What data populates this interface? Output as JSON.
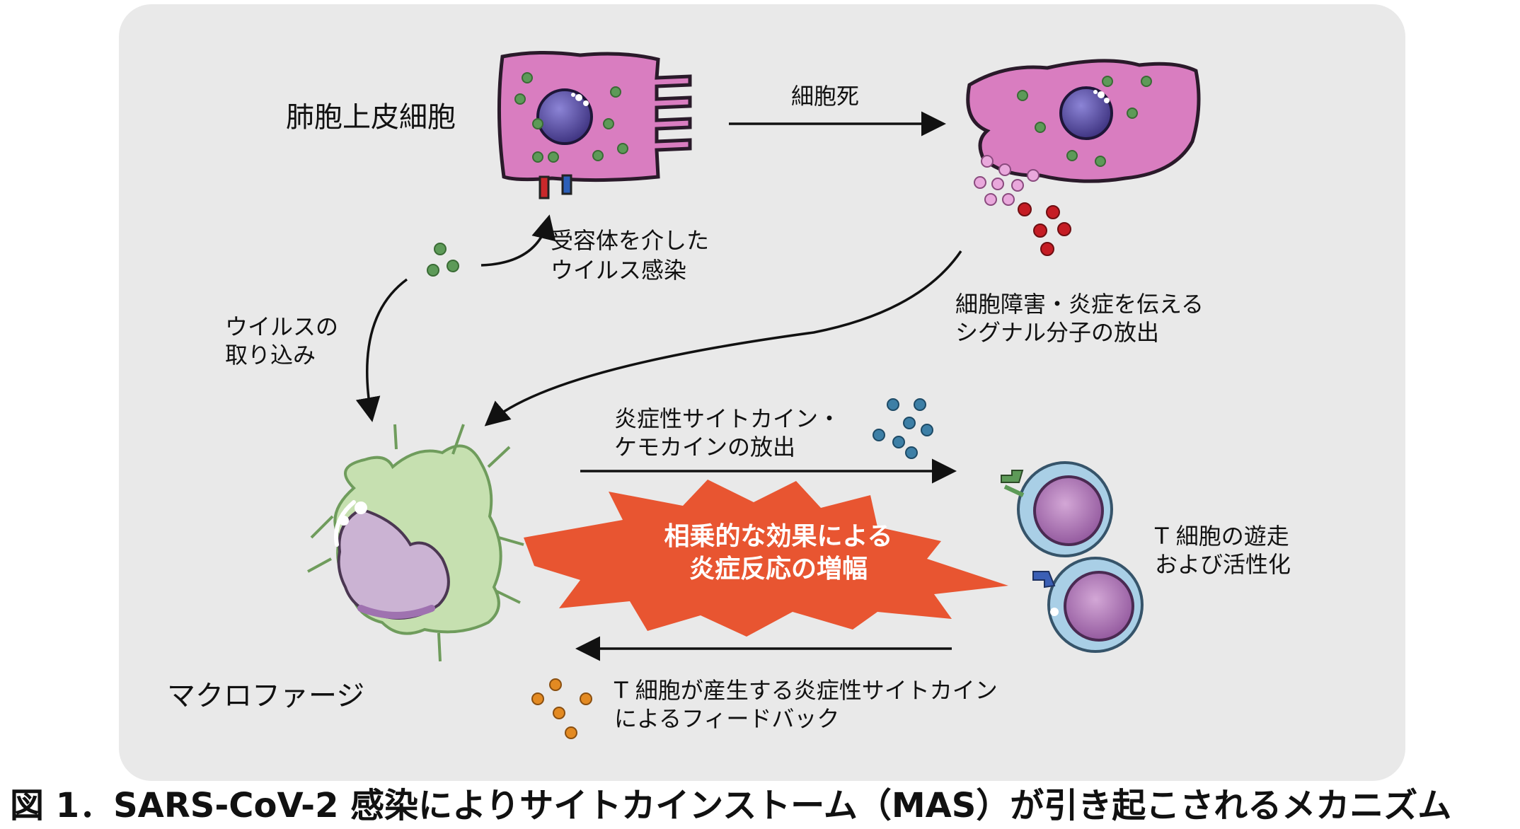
{
  "labels": {
    "epithelial_cell": "肺胞上皮細胞",
    "cell_death": "細胞死",
    "receptor_infection": [
      "受容体を介した",
      "ウイルス感染"
    ],
    "virus_uptake": [
      "ウイルスの",
      "取り込み"
    ],
    "signal_release": [
      "細胞障害・炎症を伝える",
      "シグナル分子の放出"
    ],
    "cytokine_release": [
      "炎症性サイトカイン・",
      "ケモカインの放出"
    ],
    "t_cell_activation": [
      "T 細胞の遊走",
      "および活性化"
    ],
    "macrophage": "マクロファージ",
    "t_cell_feedback": [
      "T 細胞が産生する炎症性サイトカイン",
      "によるフィードバック"
    ],
    "synergy": [
      "相乗的な効果による",
      "炎症反応の増幅"
    ]
  },
  "caption": "図 1．SARS-CoV-2 感染によりサイトカインストーム（MAS）が引き起こされるメカニズム",
  "colors": {
    "panel": "#e9e9e9",
    "epithelial": "#d97dc0",
    "virus": "#5d9a58",
    "nucleus": "#4a3f8e",
    "macrophage": "#c6e0b0",
    "t_cell_membrane": "#a9cfe6",
    "t_cell_body": "#b27eb4",
    "burst": "#e85531",
    "cytokine_blue": "#3d7fa6",
    "cytokine_orange": "#e38a22",
    "signal_pink": "#e9a8dc",
    "signal_red": "#c51c24"
  }
}
